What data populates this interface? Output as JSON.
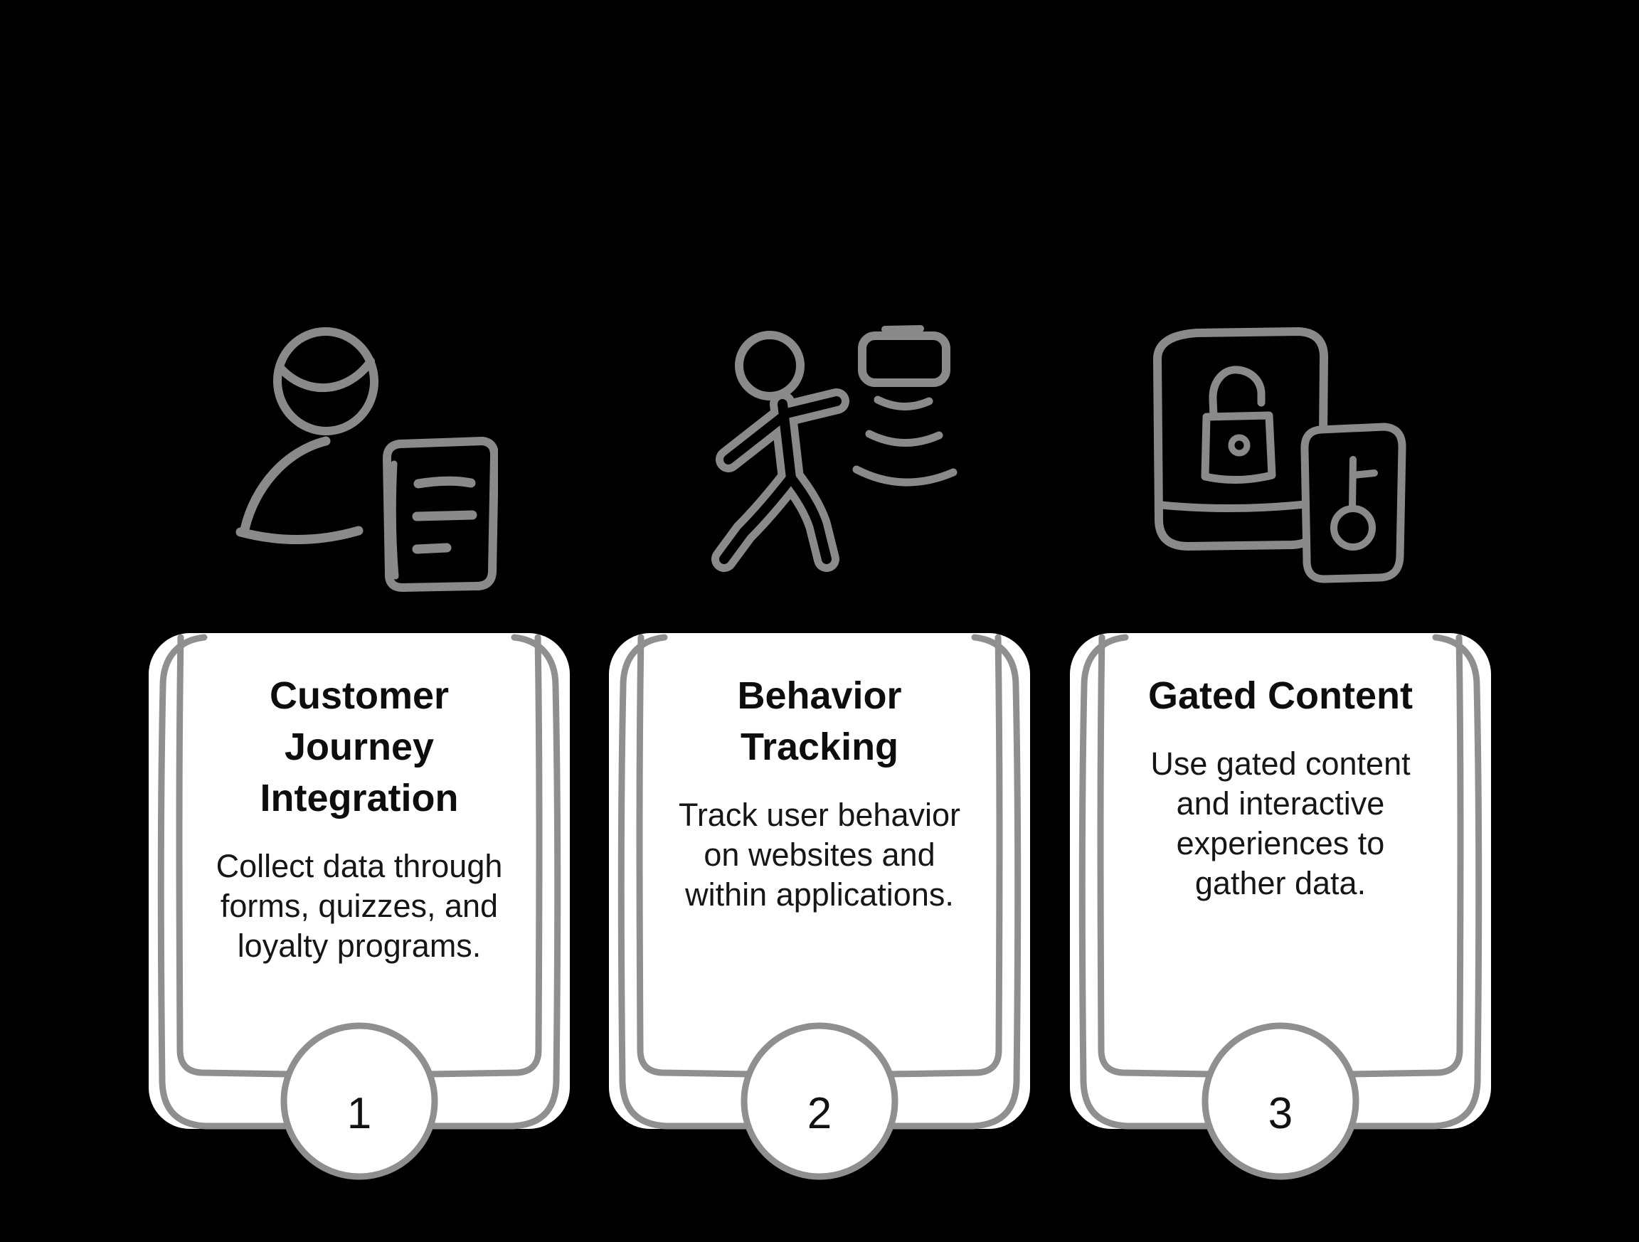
{
  "colors": {
    "background": "#000000",
    "card_fill": "#ffffff",
    "card_border": "#8f8f8f",
    "icon_stroke": "#8a8a8a",
    "title_text": "#0d0d0d",
    "body_text": "#161616",
    "number_text": "#111111"
  },
  "steps": [
    {
      "number": "1",
      "icon": "customer-form-icon",
      "title": "Customer\nJourney\nIntegration",
      "description": "Collect data through\nforms, quizzes, and\nloyalty programs."
    },
    {
      "number": "2",
      "icon": "behavior-tracking-icon",
      "title": "Behavior\nTracking",
      "description": "Track user behavior\non websites and\nwithin applications."
    },
    {
      "number": "3",
      "icon": "gated-content-icon",
      "title": "Gated Content",
      "description": "Use gated content\nand interactive\nexperiences to\ngather data."
    }
  ]
}
